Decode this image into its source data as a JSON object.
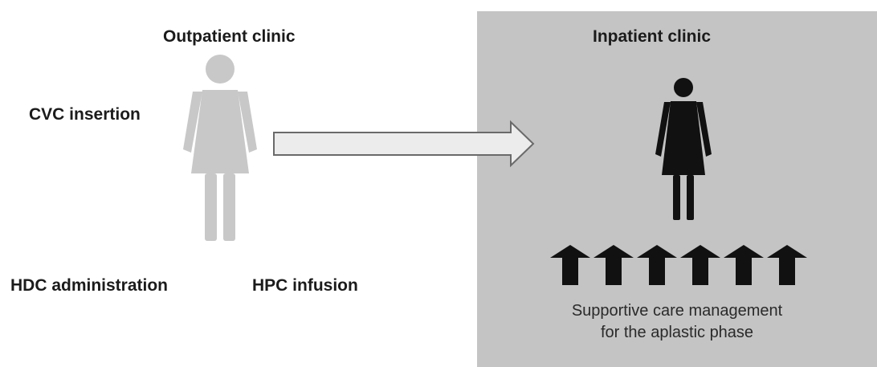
{
  "outpatient": {
    "title": "Outpatient clinic",
    "steps": {
      "cvc": "CVC insertion",
      "hdc": "HDC administration",
      "hpc": "HPC infusion"
    },
    "figure_color": "#c8c8c8"
  },
  "inpatient": {
    "title": "Inpatient clinic",
    "background_color": "#c4c4c4",
    "figure_color": "#111111",
    "support_arrow_count": 6,
    "caption_line1": "Supportive care management",
    "caption_line2": "for the aplastic phase"
  },
  "transfer_arrow": {
    "fill": "#ececec",
    "stroke": "#6a6a6a"
  }
}
